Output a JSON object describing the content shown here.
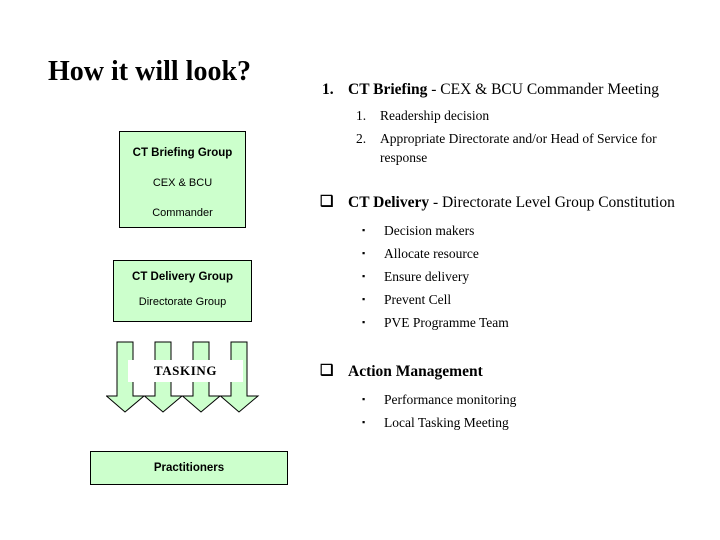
{
  "slide": {
    "title": "How it will look?",
    "box_fill_color": "#ccffcc",
    "box_border_color": "#000000"
  },
  "flowchart": {
    "boxes": [
      {
        "name": "ct-briefing-group",
        "title": "CT Briefing Group",
        "subtitle_line1": "CEX & BCU",
        "subtitle_line2": "Commander"
      },
      {
        "name": "ct-delivery-group",
        "title": "CT Delivery Group",
        "subtitle_line1": "Directorate Group"
      },
      {
        "name": "practitioners",
        "title": "Practitioners"
      }
    ],
    "tasking_label": "TASKING",
    "arrow_count": 4
  },
  "outline": {
    "items": [
      {
        "marker": "1.",
        "marker_type": "number",
        "bold_text": "CT Briefing",
        "rest_text": " - CEX & BCU Commander Meeting",
        "children_type": "number",
        "children": [
          {
            "marker": "1.",
            "text": "Readership decision"
          },
          {
            "marker": "2.",
            "text": "Appropriate Directorate and/or Head of Service for response"
          }
        ]
      },
      {
        "marker": "❑",
        "marker_type": "hollow-square",
        "bold_text": "CT Delivery",
        "rest_text": " - Directorate Level Group Constitution",
        "children_type": "square",
        "children": [
          {
            "marker": "▪",
            "text": "Decision makers"
          },
          {
            "marker": "▪",
            "text": "Allocate resource"
          },
          {
            "marker": "▪",
            "text": "Ensure delivery"
          },
          {
            "marker": "▪",
            "text": "Prevent Cell"
          },
          {
            "marker": "▪",
            "text": "PVE Programme Team"
          }
        ]
      },
      {
        "marker": "❑",
        "marker_type": "hollow-square",
        "bold_text": "Action Management",
        "rest_text": "",
        "children_type": "square",
        "children": [
          {
            "marker": "▪",
            "text": "Performance monitoring"
          },
          {
            "marker": "▪",
            "text": "Local Tasking Meeting"
          }
        ]
      }
    ]
  }
}
